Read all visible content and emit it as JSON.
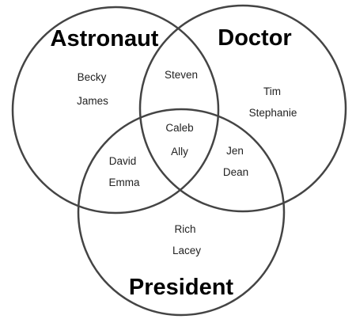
{
  "sets": {
    "astronaut": {
      "title": "Astronaut"
    },
    "doctor": {
      "title": "Doctor"
    },
    "president": {
      "title": "President"
    }
  },
  "regions": {
    "astronaut_only": [
      "Becky",
      "James"
    ],
    "astronaut_doctor": [
      "Steven"
    ],
    "doctor_only": [
      "Tim",
      "Stephanie"
    ],
    "all_three": [
      "Caleb",
      "Ally"
    ],
    "astronaut_president": [
      "David",
      "Emma"
    ],
    "doctor_president": [
      "Jen",
      "Dean"
    ],
    "president_only": [
      "Rich",
      "Lacey"
    ]
  },
  "colors": {
    "stroke": "#444444",
    "text": "#222222"
  }
}
